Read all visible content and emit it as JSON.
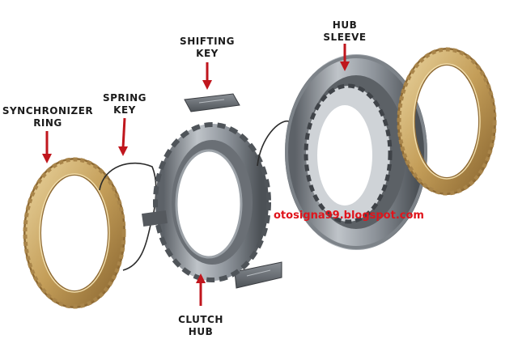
{
  "labels": {
    "synchronizer_ring": [
      "SYNCHRONIZER",
      "RING"
    ],
    "spring_key": [
      "SPRING",
      "KEY"
    ],
    "shifting_key": [
      "SHIFTING",
      "KEY"
    ],
    "hub_sleeve": [
      "HUB",
      "SLEEVE"
    ],
    "clutch_hub": [
      "CLUTCH",
      "HUB"
    ]
  },
  "watermark": "otosigna99.blogspot.com",
  "colors": {
    "arrow": "#c0161d",
    "brass": "#c9a865",
    "steel": "#8e949b",
    "watermark": "#e0141b"
  }
}
